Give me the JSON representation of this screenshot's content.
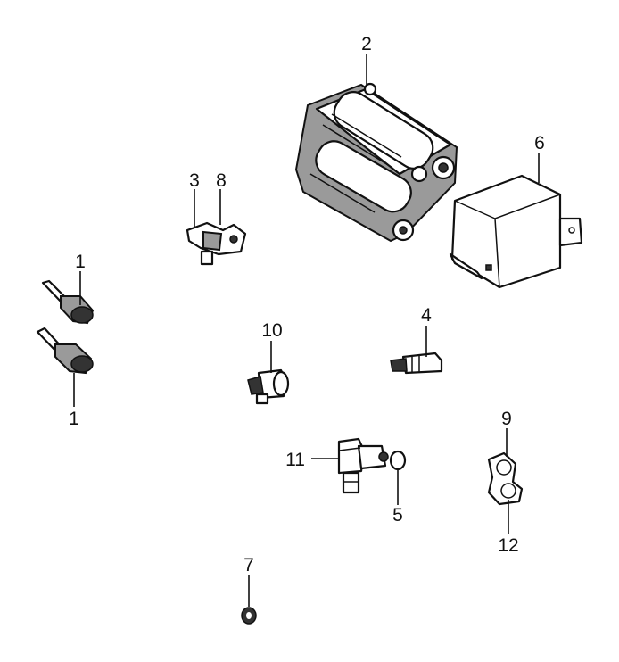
{
  "callouts": {
    "c1a": "1",
    "c1b": "1",
    "c2": "2",
    "c3": "3",
    "c4": "4",
    "c5": "5",
    "c6": "6",
    "c7": "7",
    "c8": "8",
    "c9": "9",
    "c10": "10",
    "c11": "11",
    "c12": "12"
  }
}
